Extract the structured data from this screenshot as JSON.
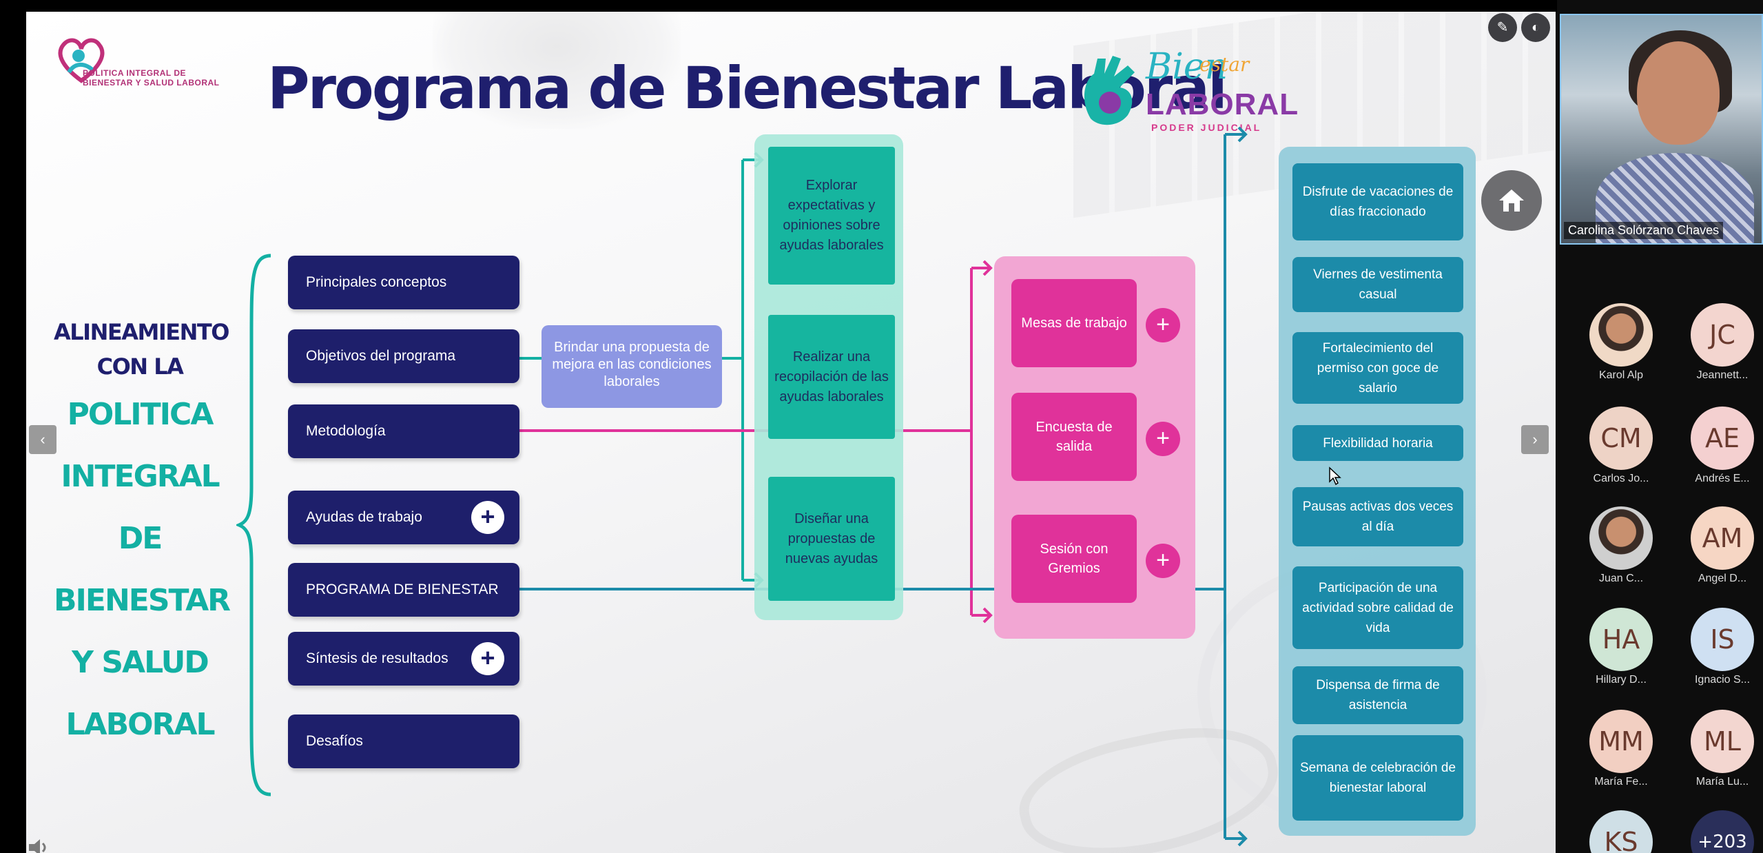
{
  "slide": {
    "logo_left_text": "POLITICA INTEGRAL DE\nBIENESTAR Y SALUD LABORAL",
    "title": "Programa de Bienestar Laboral",
    "logo_right": {
      "bien": "Bien",
      "estar": "estar",
      "laboral": "LABORAL",
      "poder": "PODER JUDICIAL"
    },
    "alignment": {
      "line1": "ALINEAMIENTO",
      "line2": "CON LA",
      "teal_lines": [
        "POLITICA",
        "INTEGRAL",
        "DE",
        "BIENESTAR",
        "Y SALUD",
        "LABORAL"
      ]
    },
    "nav_buttons": [
      {
        "label": "Principales conceptos"
      },
      {
        "label": "Objetivos del programa"
      },
      {
        "label": "Metodología"
      },
      {
        "label": "Ayudas de trabajo"
      },
      {
        "label": "PROGRAMA DE BIENESTAR"
      },
      {
        "label": "Síntesis de resultados"
      },
      {
        "label": "Desafíos"
      }
    ],
    "plus_symbol": "+",
    "proposal_box": "Brindar una propuesta de mejora en las condiciones laborales",
    "teal_boxes": [
      "Explorar expectativas y opiniones sobre ayudas laborales",
      "Realizar una recopilación de las ayudas laborales",
      "Diseñar una propuestas de nuevas ayudas"
    ],
    "pink_boxes": [
      "Mesas de trabajo",
      "Encuesta de salida",
      "Sesión con Gremios"
    ],
    "blue_boxes": [
      "Disfrute de vacaciones de días fraccionado",
      "Viernes de vestimenta casual",
      "Fortalecimiento del permiso con goce de salario",
      "Flexibilidad horaria",
      "Pausas activas dos veces al día",
      "Participación de una actividad sobre calidad de vida",
      "Dispensa de firma de asistencia",
      "Semana de celebración de bienestar laboral"
    ],
    "prev_arrow": "‹",
    "next_arrow": "›"
  },
  "video": {
    "speaker_name": "Carolina Solórzano Chaves",
    "participants": [
      {
        "initials": "",
        "name": "Karol Alp",
        "bg": "#f0d9c6",
        "photo": true
      },
      {
        "initials": "JC",
        "name": "Jeannett...",
        "bg": "#f3d5cf"
      },
      {
        "initials": "CM",
        "name": "Carlos Jo...",
        "bg": "#eed3c6"
      },
      {
        "initials": "AE",
        "name": "Andrés E...",
        "bg": "#f4d0d0"
      },
      {
        "initials": "",
        "name": "Juan C...",
        "bg": "#cfcfcf",
        "photo": true
      },
      {
        "initials": "AM",
        "name": "Angel D...",
        "bg": "#f6d6c4"
      },
      {
        "initials": "HA",
        "name": "Hillary D...",
        "bg": "#cfe6d5"
      },
      {
        "initials": "IS",
        "name": "Ignacio S...",
        "bg": "#cfe0f2"
      },
      {
        "initials": "MM",
        "name": "María Fe...",
        "bg": "#f2cfc2"
      },
      {
        "initials": "ML",
        "name": "María Lu...",
        "bg": "#f3d6d0"
      },
      {
        "initials": "KS",
        "name": "",
        "bg": "#cfdfe6"
      },
      {
        "initials": "+203",
        "name": "",
        "bg": "#2a2f5a"
      }
    ]
  },
  "colors": {
    "navy": "#1e1f6b",
    "teal": "#16b59f",
    "pink": "#e0329a",
    "blue": "#1c8ba9"
  }
}
